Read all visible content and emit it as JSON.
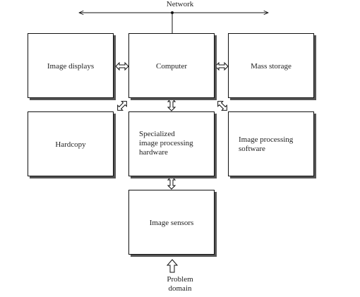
{
  "network": {
    "label": "Network"
  },
  "boxes": {
    "image_displays": "Image displays",
    "computer": "Computer",
    "mass_storage": "Mass storage",
    "hardcopy": "Hardcopy",
    "specialized_hardware": "Specialized\nimage processing\nhardware",
    "image_processing_software": "Image processing\nsoftware",
    "image_sensors": "Image sensors"
  },
  "problem_domain": {
    "label": "Problem\ndomain"
  }
}
